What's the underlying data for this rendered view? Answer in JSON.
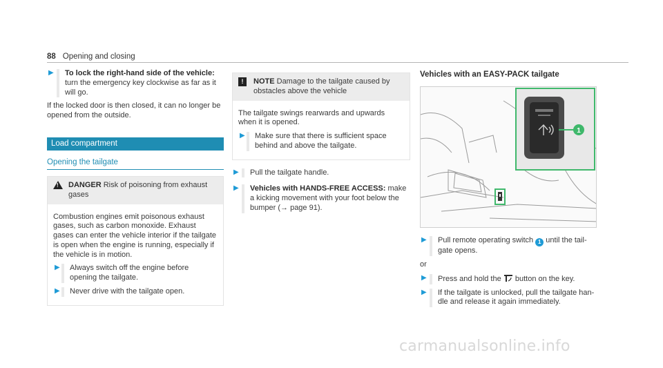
{
  "header": {
    "page_number": "88",
    "section": "Opening and closing"
  },
  "col1": {
    "step1_title": "To lock the right-hand side of the vehicle:",
    "step1_text": " turn the emergency key clockwise as far as it will go.",
    "para1": "If the locked door is then closed, it can no longer be opened from the outside.",
    "section_title": "Load compartment",
    "subsection_title": "Opening the tailgate",
    "danger": {
      "label": "DANGER",
      "heading_text": " Risk of poisoning from exhaust gases",
      "body": "Combustion engines emit poisonous exhaust gases, such as carbon monoxide. Exhaust gases can enter the vehicle interior if the tail­gate is open when the engine is running, espe­cially if the vehicle is in motion.",
      "step1": "Always switch off the engine before opening the tailgate.",
      "step2": "Never drive with the tailgate open."
    }
  },
  "col2": {
    "note": {
      "label": "NOTE",
      "heading_text": " Damage to the tailgate caused by obstacles above the vehicle",
      "body": "The tailgate swings rearwards and upwards when it is opened.",
      "step1": "Make sure that there is sufficient space behind and above the tailgate."
    },
    "step1": "Pull the tailgate handle.",
    "step2_title": "Vehicles with HANDS-FREE ACCESS:",
    "step2_text": " make a kicking movement with your foot below the bumper (→ page 91)."
  },
  "col3": {
    "title": "Vehicles with an EASY-PACK tailgate",
    "callout_number": "1",
    "step1_before": "Pull remote operating switch ",
    "step1_after": " until the tail­gate opens.",
    "or": "or",
    "step2_before": "Press and hold the ",
    "step2_after": " button on the key.",
    "step3": "If the tailgate is unlocked, pull the tailgate han­dle and release it again immediately."
  },
  "footer": {
    "watermark": "carmanualsonline.info"
  },
  "colors": {
    "accent_blue": "#1f8db3",
    "arrow_blue": "#1f9bd6",
    "inset_green": "#3fb86b"
  }
}
